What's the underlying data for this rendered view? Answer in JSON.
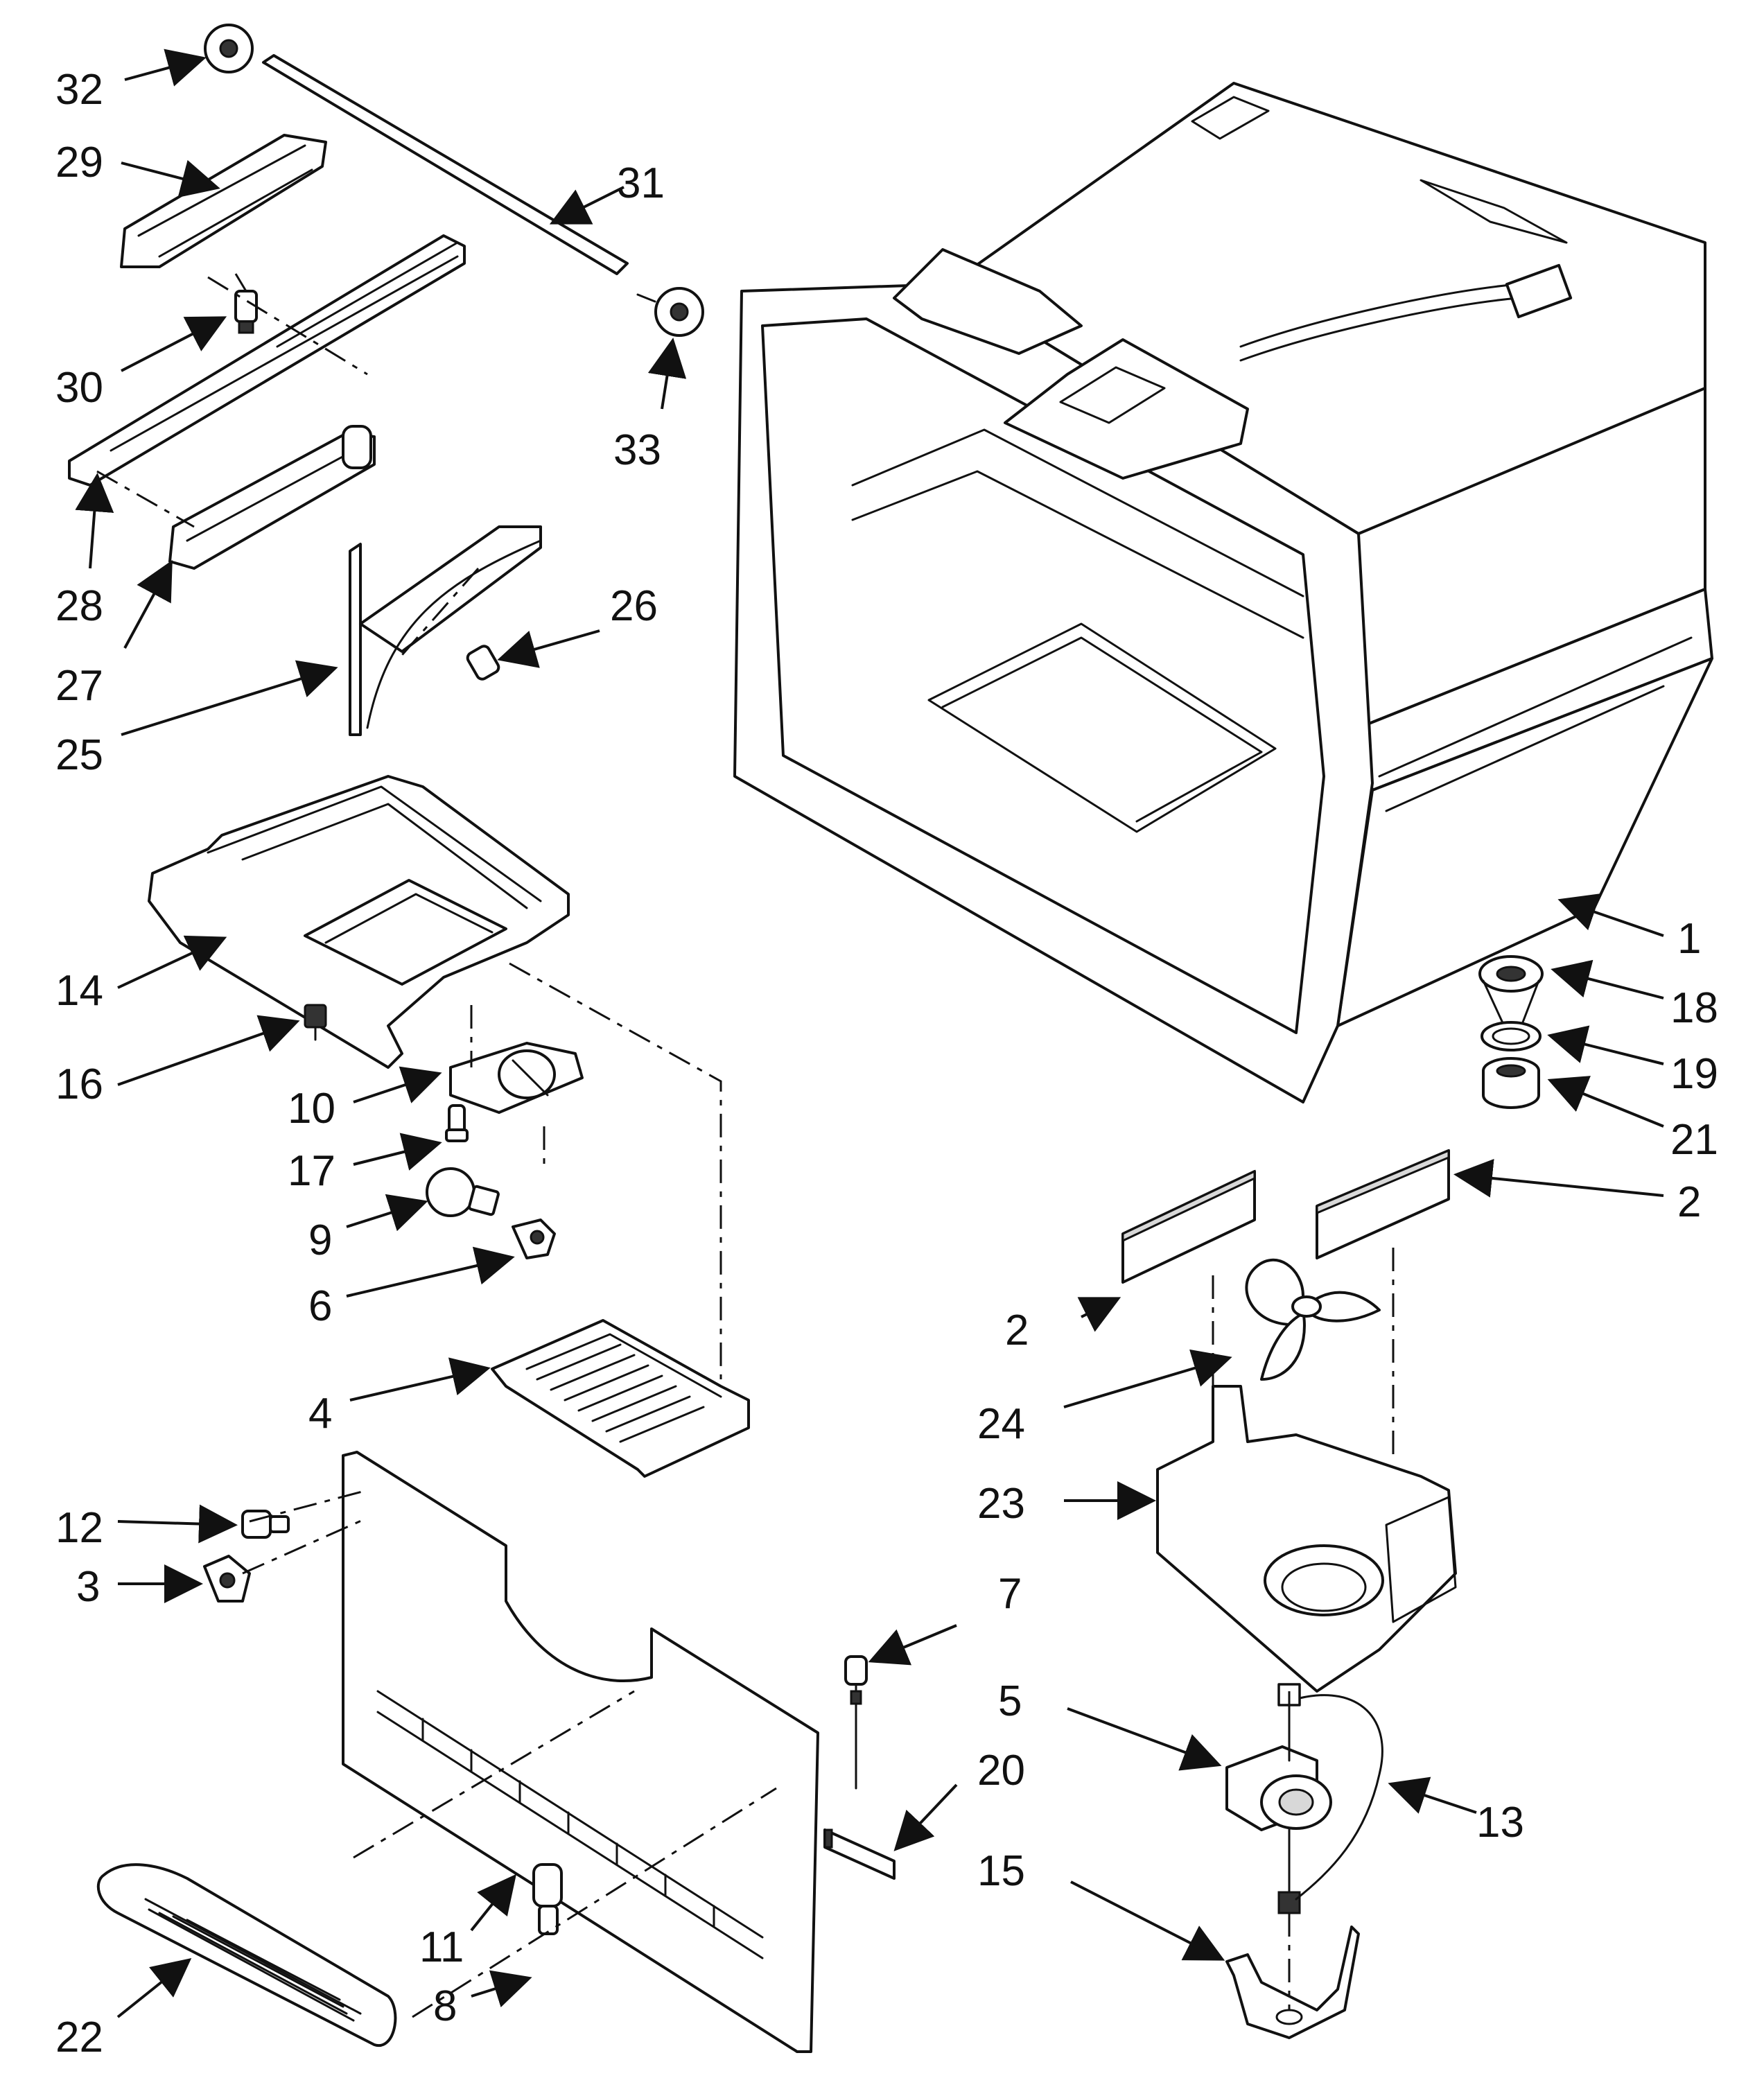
{
  "callouts": [
    {
      "id": "32",
      "text": "32"
    },
    {
      "id": "29",
      "text": "29"
    },
    {
      "id": "31",
      "text": "31"
    },
    {
      "id": "30",
      "text": "30"
    },
    {
      "id": "33",
      "text": "33"
    },
    {
      "id": "28",
      "text": "28"
    },
    {
      "id": "27",
      "text": "27"
    },
    {
      "id": "26",
      "text": "26"
    },
    {
      "id": "25",
      "text": "25"
    },
    {
      "id": "14",
      "text": "14"
    },
    {
      "id": "16",
      "text": "16"
    },
    {
      "id": "10",
      "text": "10"
    },
    {
      "id": "17",
      "text": "17"
    },
    {
      "id": "9",
      "text": "9"
    },
    {
      "id": "6",
      "text": "6"
    },
    {
      "id": "4",
      "text": "4"
    },
    {
      "id": "12",
      "text": "12"
    },
    {
      "id": "3",
      "text": "3"
    },
    {
      "id": "1",
      "text": "1"
    },
    {
      "id": "18",
      "text": "18"
    },
    {
      "id": "19",
      "text": "19"
    },
    {
      "id": "21",
      "text": "21"
    },
    {
      "id": "2a",
      "text": "2"
    },
    {
      "id": "2b",
      "text": "2"
    },
    {
      "id": "24",
      "text": "24"
    },
    {
      "id": "23",
      "text": "23"
    },
    {
      "id": "7",
      "text": "7"
    },
    {
      "id": "5",
      "text": "5"
    },
    {
      "id": "13",
      "text": "13"
    },
    {
      "id": "20",
      "text": "20"
    },
    {
      "id": "15",
      "text": "15"
    },
    {
      "id": "11",
      "text": "11"
    },
    {
      "id": "8",
      "text": "8"
    },
    {
      "id": "22",
      "text": "22"
    }
  ]
}
